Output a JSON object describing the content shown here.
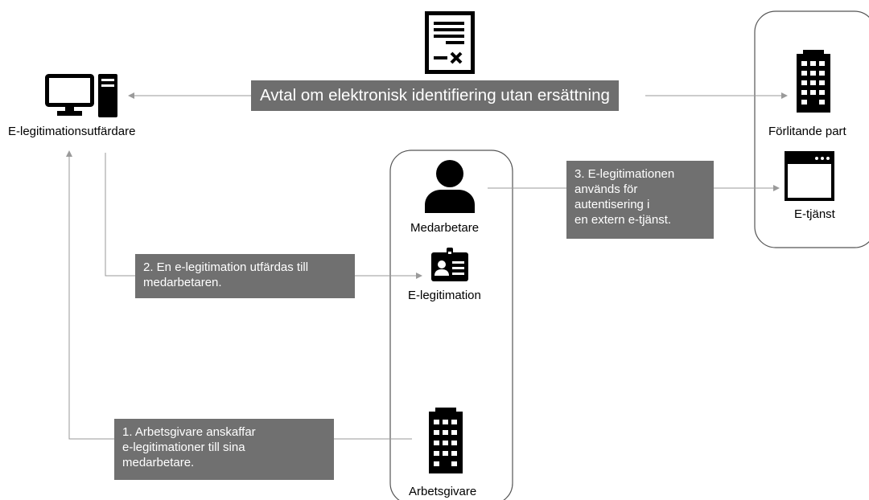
{
  "agreement": {
    "label": "Avtal om elektronisk identifiering utan ersättning",
    "icon": "contract-document-icon"
  },
  "nodes": {
    "issuer": {
      "label": "E-legitimationsutfärdare",
      "icon": "desktop-computer-icon"
    },
    "relying_party": {
      "label": "Förlitande part",
      "icon": "office-building-icon"
    },
    "e_service": {
      "label": "E-tjänst",
      "icon": "browser-window-icon"
    },
    "employee": {
      "label": "Medarbetare",
      "icon": "person-icon"
    },
    "e_id": {
      "label": "E-legitimation",
      "icon": "id-card-icon"
    },
    "employer": {
      "label": "Arbetsgivare",
      "icon": "office-building-icon"
    }
  },
  "steps": [
    {
      "lines": [
        "1. Arbetsgivare anskaffar",
        "e-legitimationer till sina",
        "medarbetare."
      ]
    },
    {
      "lines": [
        "2. En e-legitimation utfärdas till",
        "medarbetaren."
      ]
    },
    {
      "lines": [
        "3. E-legitimationen",
        "används för",
        "autentisering i",
        "en extern e-tjänst."
      ]
    }
  ],
  "colors": {
    "box_fill": "#707070",
    "connector": "#9a9a9a",
    "container_border": "#555555",
    "icon": "#000000"
  }
}
